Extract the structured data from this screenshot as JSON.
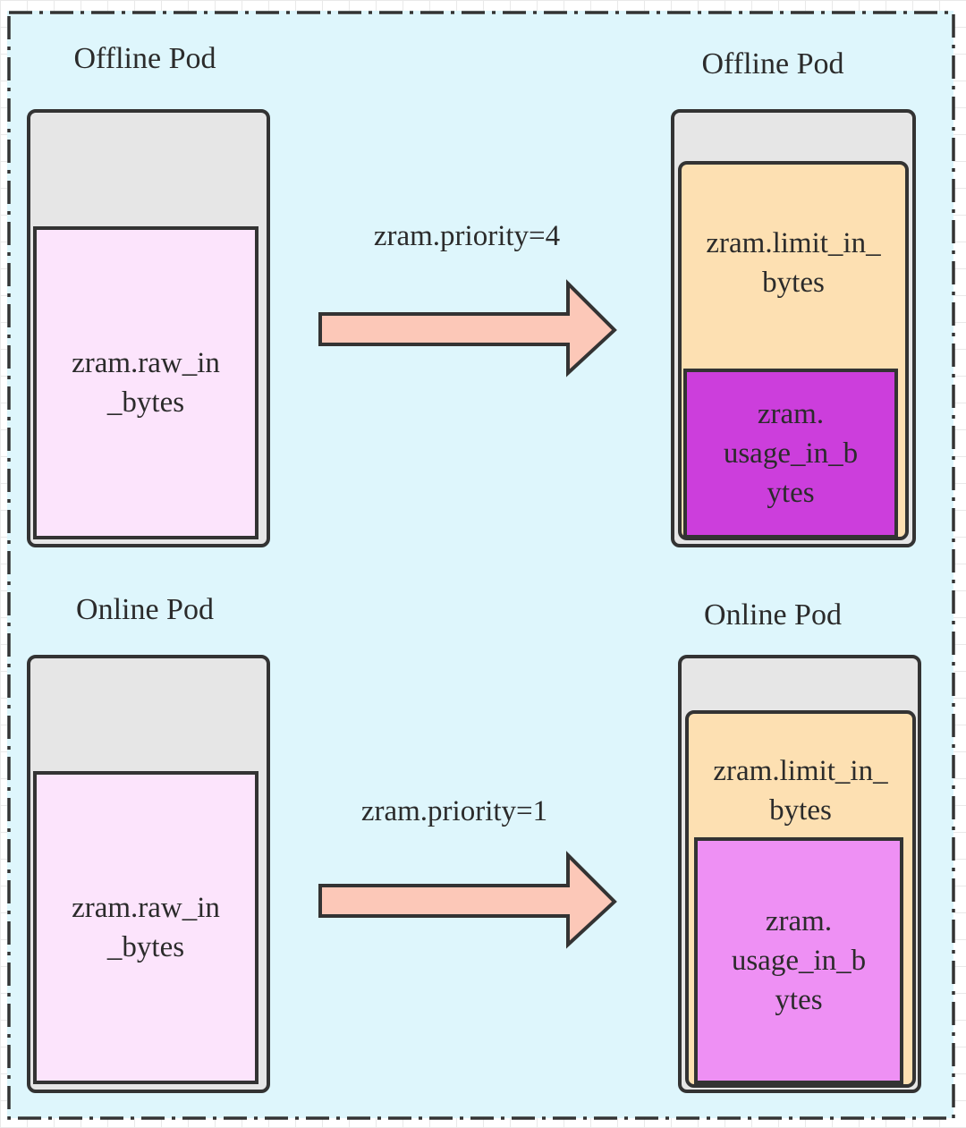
{
  "top_row": {
    "left_title": "Offline Pod",
    "right_title": "Offline Pod",
    "raw_label": "zram.raw_in\n_bytes",
    "arrow_label": "zram.priority=4",
    "limit_label": "zram.limit_in_\nbytes",
    "usage_label": "zram.\nusage_in_b\nytes"
  },
  "bottom_row": {
    "left_title": "Online Pod",
    "right_title": "Online Pod",
    "raw_label": "zram.raw_in\n_bytes",
    "arrow_label": "zram.priority=1",
    "limit_label": "zram.limit_in_\nbytes",
    "usage_label": "zram.\nusage_in_b\nytes"
  },
  "colors": {
    "background": "#def6fc",
    "container": "#e6e6e6",
    "raw_fill": "#fce4fc",
    "limit_fill": "#fde0b2",
    "usage_fill_offline": "#cc3edc",
    "usage_fill_online": "#ee90f4",
    "arrow_fill": "#fcc8b8",
    "stroke": "#333333"
  }
}
